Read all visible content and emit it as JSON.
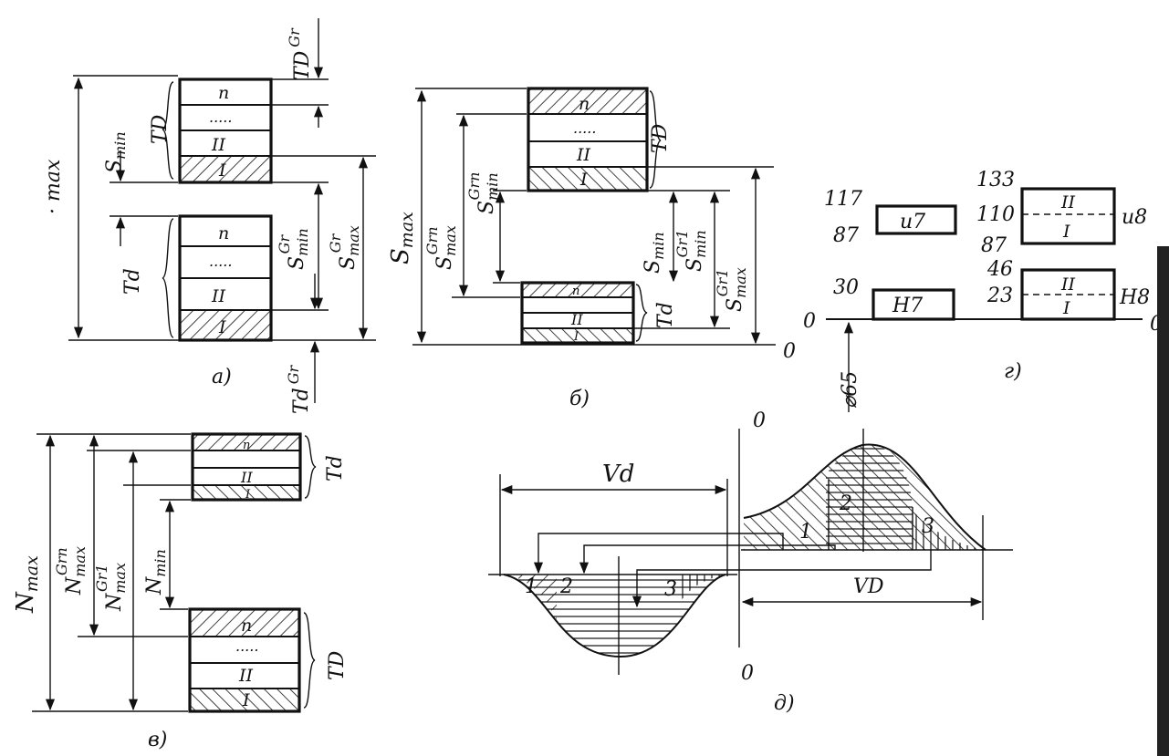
{
  "panels": {
    "a": "а)",
    "b": "б)",
    "v": "в)",
    "g": "г)",
    "d": "д)"
  },
  "zero": "0",
  "tol": {
    "TD": "TD",
    "Td": "Td",
    "TDgr": "TD",
    "Tdgr": "Td",
    "gr": "Gr"
  },
  "groups": {
    "n": "n",
    "I": "I",
    "II": "II",
    "dots": "....."
  },
  "clear": {
    "Smin": "S",
    "min": "min",
    "Smax": "S",
    "max": "max",
    "sup_gr": "Gr",
    "sup_grn": "Grn",
    "sup_gr1": "Gr1",
    "smax_cut": "· max"
  },
  "interf": {
    "N": "N",
    "max": "max",
    "min": "min",
    "sup_grn": "Grn",
    "sup_gr1": "Gr1"
  },
  "fits": {
    "u7": "u7",
    "u8": "u8",
    "H7": "H7",
    "H8": "H8",
    "dia": "⌀65",
    "v117": "117",
    "v87": "87",
    "v133": "133",
    "v110": "110",
    "v87b": "87",
    "v30": "30",
    "v46": "46",
    "v23": "23"
  },
  "distr": {
    "Vd": "Vd",
    "VD": "VD",
    "n1": "1",
    "n2": "2",
    "n3": "3"
  }
}
